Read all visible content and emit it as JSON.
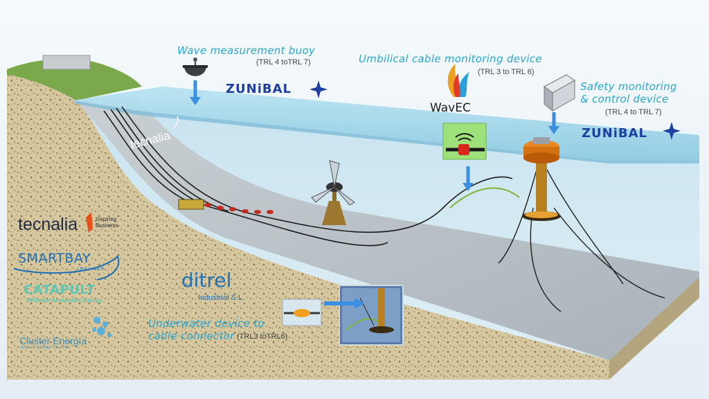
{
  "labels": {
    "wave_buoy": {
      "title": "Wave measurement buoy",
      "trl": "(TRL 4 toTRL 7)"
    },
    "umbilical": {
      "title": "Umbilical cable monitoring device",
      "trl": "(TRL 3 to TRL 6)"
    },
    "safety": {
      "title_line1": "Safety monitoring",
      "title_line2": "& control device",
      "trl": "(TRL 4 to TRL 7)"
    },
    "connector": {
      "title_line1": "Underwater device to",
      "title_line2": "cable connector",
      "trl": "(TRL3 toTRL6)"
    }
  },
  "logos": {
    "zunibal_1": "ZUNiBAL",
    "zunibal_2": "ZUNiBAL",
    "wavec": "WavEC",
    "tecnalia_sea": "tecnalia",
    "tecnalia": "tecnalia",
    "tecnalia_tagline_1": "Inspiring",
    "tecnalia_tagline_2": "Business",
    "smartbay": "SMARTBAY",
    "smartbay_sub": "IRELAND",
    "catapult": "CATAPULT",
    "catapult_sub": "Offshore Renewable Energy",
    "cluster": "Cluster Energía",
    "cluster_sub": "BASQUE ENERGY CLUSTER",
    "ditrel": "ditrel",
    "ditrel_sub": "Industrial S.L."
  },
  "colors": {
    "accent_text": "#2aa6cf",
    "arrow": "#3b8fe0",
    "zunibal": "#1d3fa0",
    "sea_surface": "#a9d9ec",
    "water_body": "#cfe6f1",
    "seabed": "#b8c2c8",
    "rock": "#d2c29a"
  },
  "icons": [
    "buoy-icon",
    "control-box-icon",
    "arrow-down-icon",
    "arrow-right-icon",
    "wifi-signal-icon",
    "compass-star-icon",
    "wavec-flame-icon",
    "cluster-dots-icon",
    "smartbay-swoosh-icon",
    "tecnalia-mark-icon"
  ]
}
